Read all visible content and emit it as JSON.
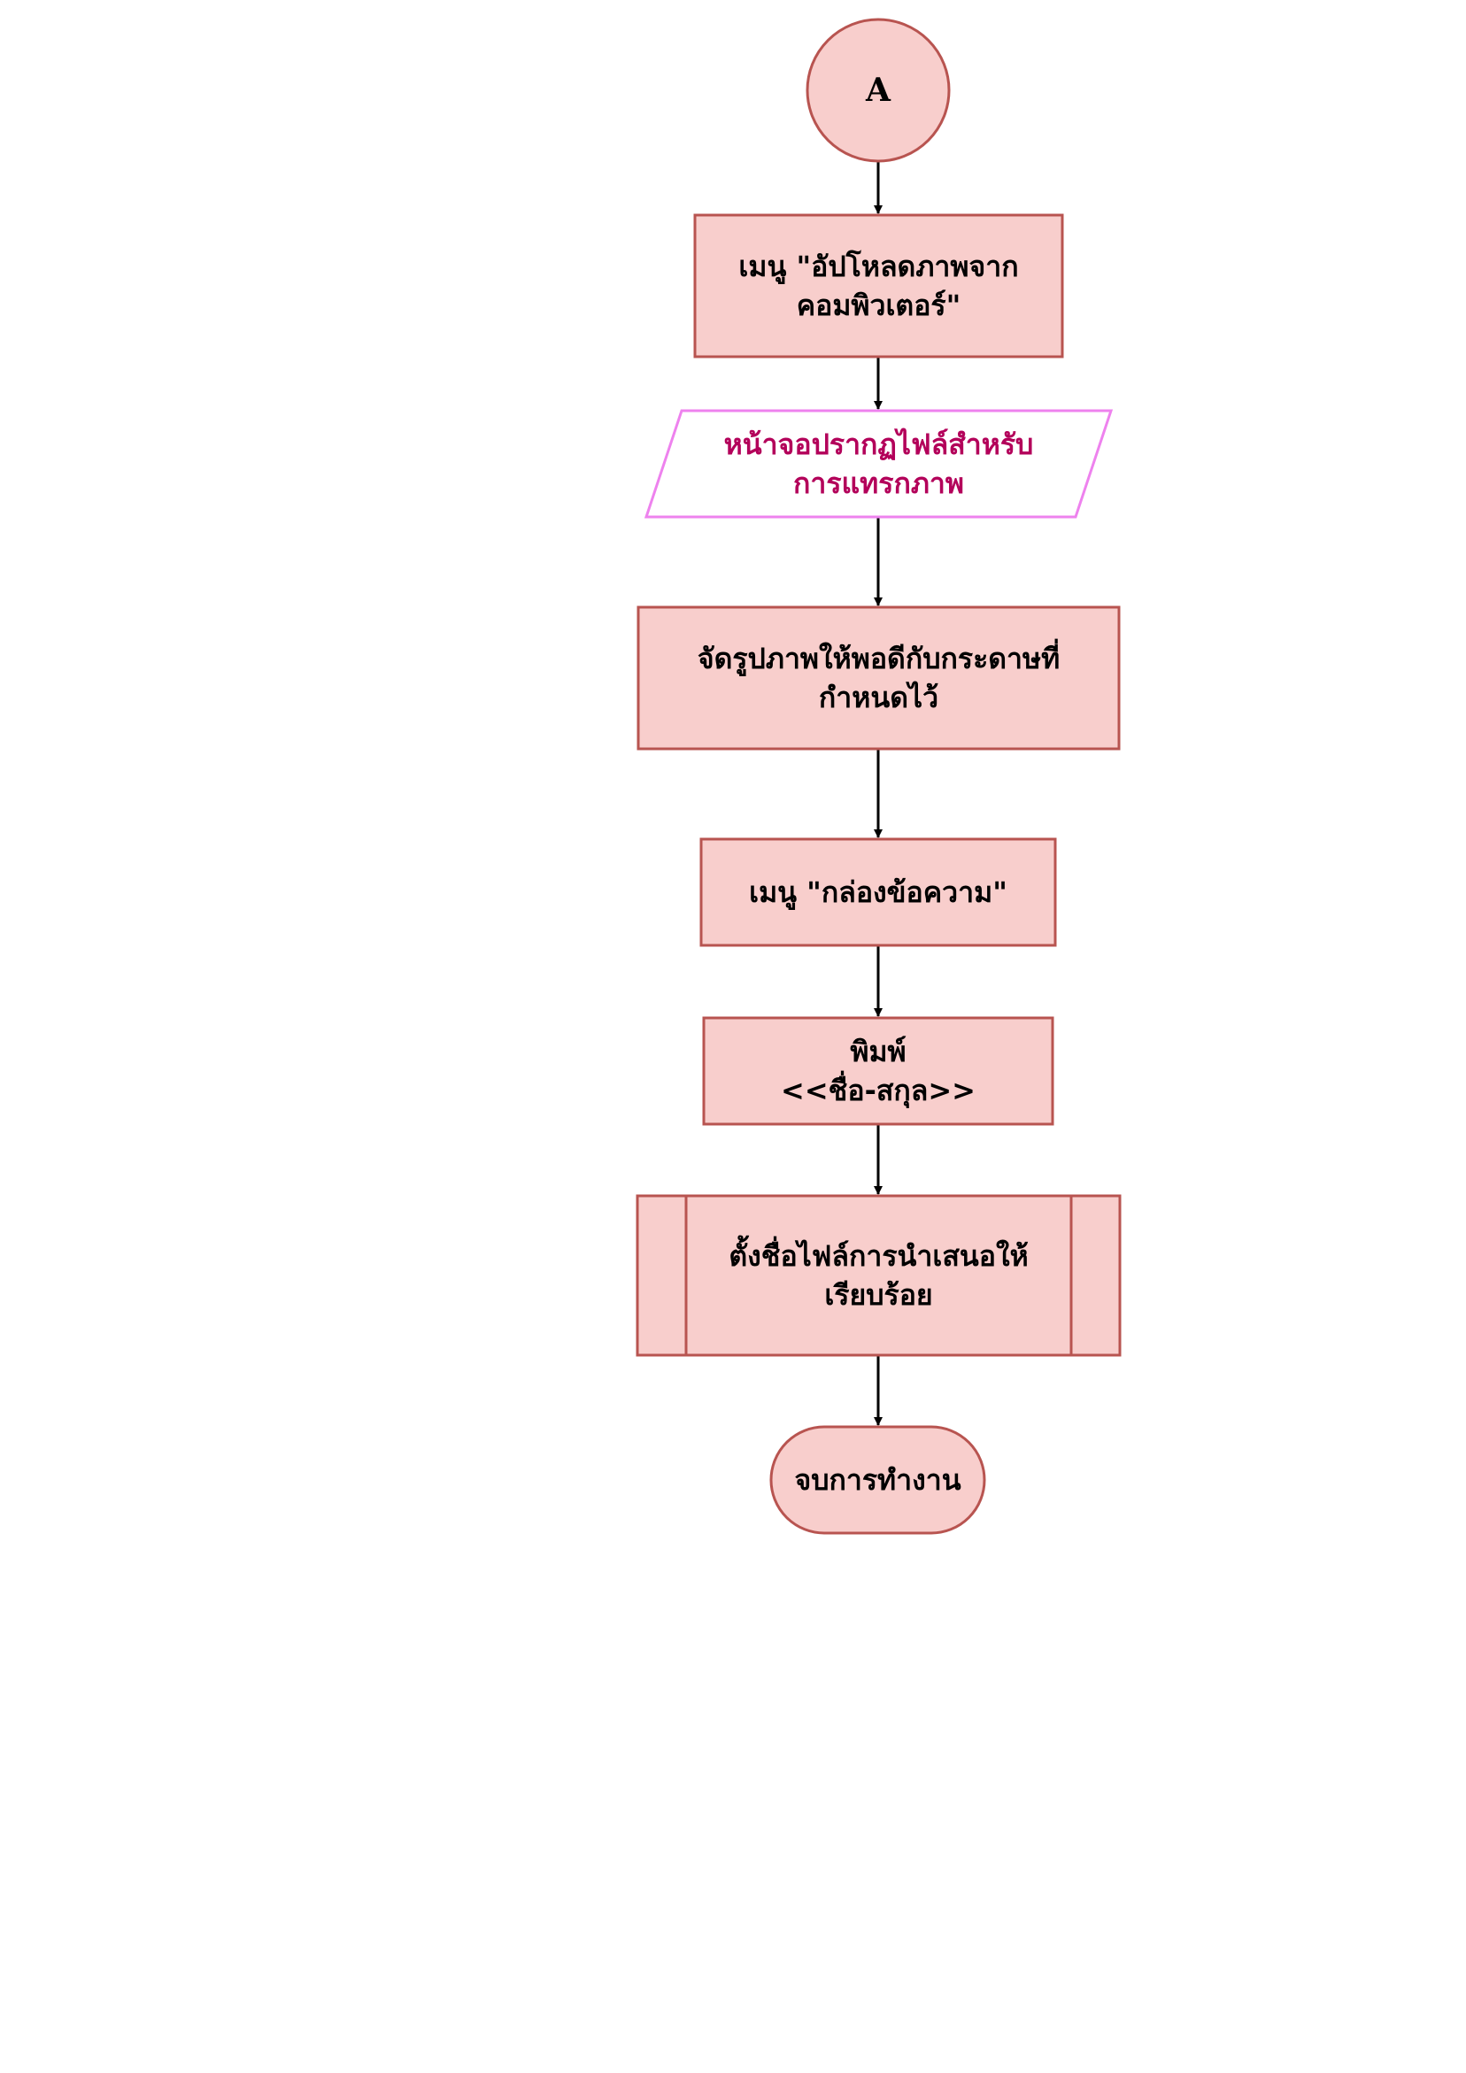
{
  "diagram": {
    "type": "flowchart",
    "colors": {
      "fill": "#f8cecc",
      "stroke": "#b85450",
      "io_fill": "#ffffff",
      "io_stroke": "#ee82ee",
      "io_text": "#b3005a",
      "arrow": "#000000"
    },
    "nodes": [
      {
        "id": "connector_a",
        "shape": "circle",
        "label": "A"
      },
      {
        "id": "menu_upload",
        "shape": "process",
        "label": "เมนู \"อัปโหลดภาพจาก\nคอมพิวเตอร์\""
      },
      {
        "id": "screen_files",
        "shape": "io",
        "label": "หน้าจอปรากฏไฟล์สำหรับ\nการแทรกภาพ"
      },
      {
        "id": "fit_image",
        "shape": "process",
        "label": "จัดรูปภาพให้พอดีกับกระดาษที่\nกำหนดไว้"
      },
      {
        "id": "menu_textbox",
        "shape": "process",
        "label": "เมนู \"กล่องข้อความ\""
      },
      {
        "id": "type_name",
        "shape": "process",
        "label": "พิมพ์\n<<ชื่อ-สกุล>>"
      },
      {
        "id": "name_file",
        "shape": "predefined",
        "label": "ตั้งชื่อไฟล์การนำเสนอให้\nเรียบร้อย"
      },
      {
        "id": "end",
        "shape": "terminator",
        "label": "จบการทำงาน"
      }
    ],
    "edges": [
      {
        "from": "connector_a",
        "to": "menu_upload"
      },
      {
        "from": "menu_upload",
        "to": "screen_files"
      },
      {
        "from": "screen_files",
        "to": "fit_image"
      },
      {
        "from": "fit_image",
        "to": "menu_textbox"
      },
      {
        "from": "menu_textbox",
        "to": "type_name"
      },
      {
        "from": "type_name",
        "to": "name_file"
      },
      {
        "from": "name_file",
        "to": "end"
      }
    ]
  }
}
